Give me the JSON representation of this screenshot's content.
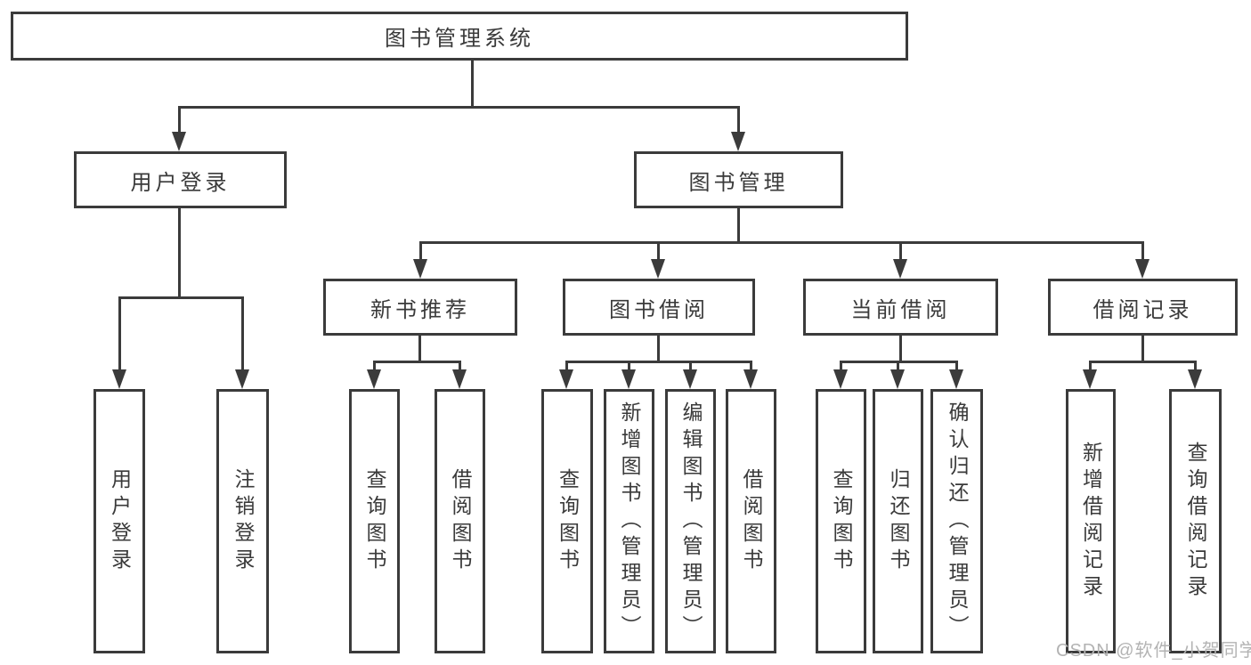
{
  "tree": {
    "root": "图书管理系统",
    "level2": {
      "user_login": "用户登录",
      "book_management": "图书管理"
    },
    "level3": {
      "new_book_recommend": "新书推荐",
      "book_borrowing": "图书借阅",
      "current_borrowing": "当前借阅",
      "borrow_records": "借阅记录"
    },
    "leaves": {
      "under_user_login": [
        "用户登录",
        "注销登录"
      ],
      "under_new_book_recommend": [
        "查询图书",
        "借阅图书"
      ],
      "under_book_borrowing": [
        "查询图书",
        "新增图书（管理员）",
        "编辑图书（管理员）",
        "借阅图书"
      ],
      "under_current_borrowing": [
        "查询图书",
        "归还图书",
        "确认归还（管理员）"
      ],
      "under_borrow_records": [
        "新增借阅记录",
        "查询借阅记录"
      ]
    }
  },
  "watermark": "CSDN @软件_小贺同学",
  "colors": {
    "line": "#3b3b3b",
    "text": "#3a3a3a",
    "background": "#ffffff",
    "watermark": "#b3b3b3"
  }
}
